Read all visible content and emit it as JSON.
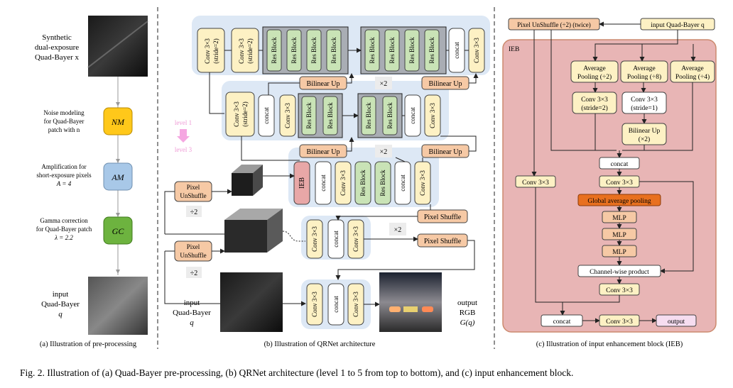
{
  "colors": {
    "panel_blue": "#dde8f5",
    "yellow": "#fdf1c4",
    "green": "#c9e3b6",
    "orange": "#f6c9a5",
    "white": "#ffffff",
    "ieb_bg": "#e8b5b5",
    "ieb_border": "#cc8a6e",
    "gap_orange": "#e8701f",
    "ieb_red": "#e8a7a7",
    "nm_yellow": "#ffc81a",
    "am_blue": "#a8c8e8",
    "gc_green": "#6db33f",
    "output_pink": "#f6ddf0"
  },
  "panel_a": {
    "title_lines": [
      "Synthetic",
      "dual-exposure",
      "Quad-Bayer x"
    ],
    "nm": {
      "label": "NM",
      "desc": [
        "Noise modeling",
        "for Quad-Bayer",
        "patch with n"
      ]
    },
    "am": {
      "label": "AM",
      "desc": [
        "Amplification for",
        "short-exposure pixels",
        "A = 4"
      ]
    },
    "gc": {
      "label": "GC",
      "desc": [
        "Gamma correction",
        "for Quad-Bayer patch",
        "λ = 2.2"
      ]
    },
    "input_lines": [
      "input",
      "Quad-Bayer",
      "q"
    ],
    "caption": "(a) Illustration of pre-processing"
  },
  "panel_b": {
    "conv_s2": "Conv 3×3",
    "stride2": "(stride=2)",
    "conv": "Conv 3×3",
    "res_block": "Res Block",
    "concat": "concat",
    "bilinear_up": "Bilinear Up",
    "times2": "×2",
    "ieb": "IEB",
    "pixel_unshuffle": [
      "Pixel",
      "UnShuffle"
    ],
    "div2": "÷2",
    "pixel_shuffle": "Pixel Shuffle",
    "level1": "level 1",
    "level3": "level 3",
    "input_lines": [
      "input",
      "Quad-Bayer",
      "q"
    ],
    "output_lines": [
      "output",
      "RGB",
      "G(q)"
    ],
    "caption": "(b) Illustration of QRNet architecture"
  },
  "panel_c": {
    "pixel_unshuffle_twice": "Pixel UnShuffle (÷2) (twice)",
    "input_qb": "input Quad-Bayer q",
    "ieb_label": "IEB",
    "pool2": [
      "Average",
      "Pooling (÷2)"
    ],
    "pool8": [
      "Average",
      "Pooling (÷8)"
    ],
    "pool4": [
      "Average",
      "Pooling (÷4)"
    ],
    "conv_s2": [
      "Conv 3×3",
      "(stride=2)"
    ],
    "conv_s1": [
      "Conv 3×3",
      "(stride=1)"
    ],
    "bilinear": [
      "Bilinear Up",
      "(×2)"
    ],
    "concat": "concat",
    "conv": "Conv 3×3",
    "gap": "Global average pooling",
    "mlp": "MLP",
    "channel_product": "Channel-wise product",
    "output": "output",
    "caption": "(c) Illustration of input enhancement block (IEB)"
  },
  "figure_caption": "Fig. 2.  Illustration of (a) Quad-Bayer pre-processing, (b) QRNet architecture (level 1 to 5 from top to bottom), and (c) input enhancement block."
}
